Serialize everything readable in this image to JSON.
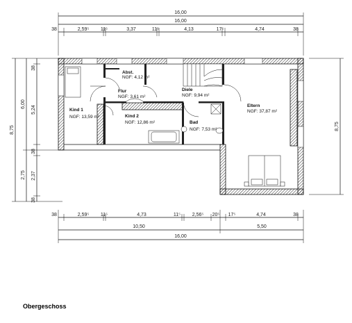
{
  "title": "Obergeschoss",
  "dimensions": {
    "top_total_1": "16,00",
    "top_total_2": "16,00",
    "top_chain": [
      "38",
      "2,59⁵",
      "11⁵",
      "3,37",
      "11⁵",
      "4,13",
      "17⁵",
      "4,74",
      "38"
    ],
    "bottom_chain": [
      "38",
      "2,59⁵",
      "11⁵",
      "4,73",
      "11⁵",
      "2,56⁵",
      "20⁵",
      "17⁵",
      "4,74",
      "38"
    ],
    "bottom_sub": [
      "10,50",
      "5,50"
    ],
    "bottom_total": "16,00",
    "left_total": "8,75",
    "left_sub": [
      "6,00",
      "2,75"
    ],
    "left_chain": [
      "38",
      "5,24",
      "38",
      "2,37",
      "38"
    ],
    "right_total": "8,75"
  },
  "rooms": [
    {
      "name": "Abst.",
      "area": "NGF: 4,12 m²"
    },
    {
      "name": "Flur",
      "area": "NGF: 3,61 m²"
    },
    {
      "name": "Diele",
      "area": "NGF: 9,94 m²"
    },
    {
      "name": "Kind 1",
      "area": "NGF: 13,59 m²"
    },
    {
      "name": "Kind 2",
      "area": "NGF: 12,86 m²"
    },
    {
      "name": "Bad",
      "area": "NGF: 7,53 m²"
    },
    {
      "name": "Eltern",
      "area": "NGF: 37,87 m²"
    }
  ]
}
